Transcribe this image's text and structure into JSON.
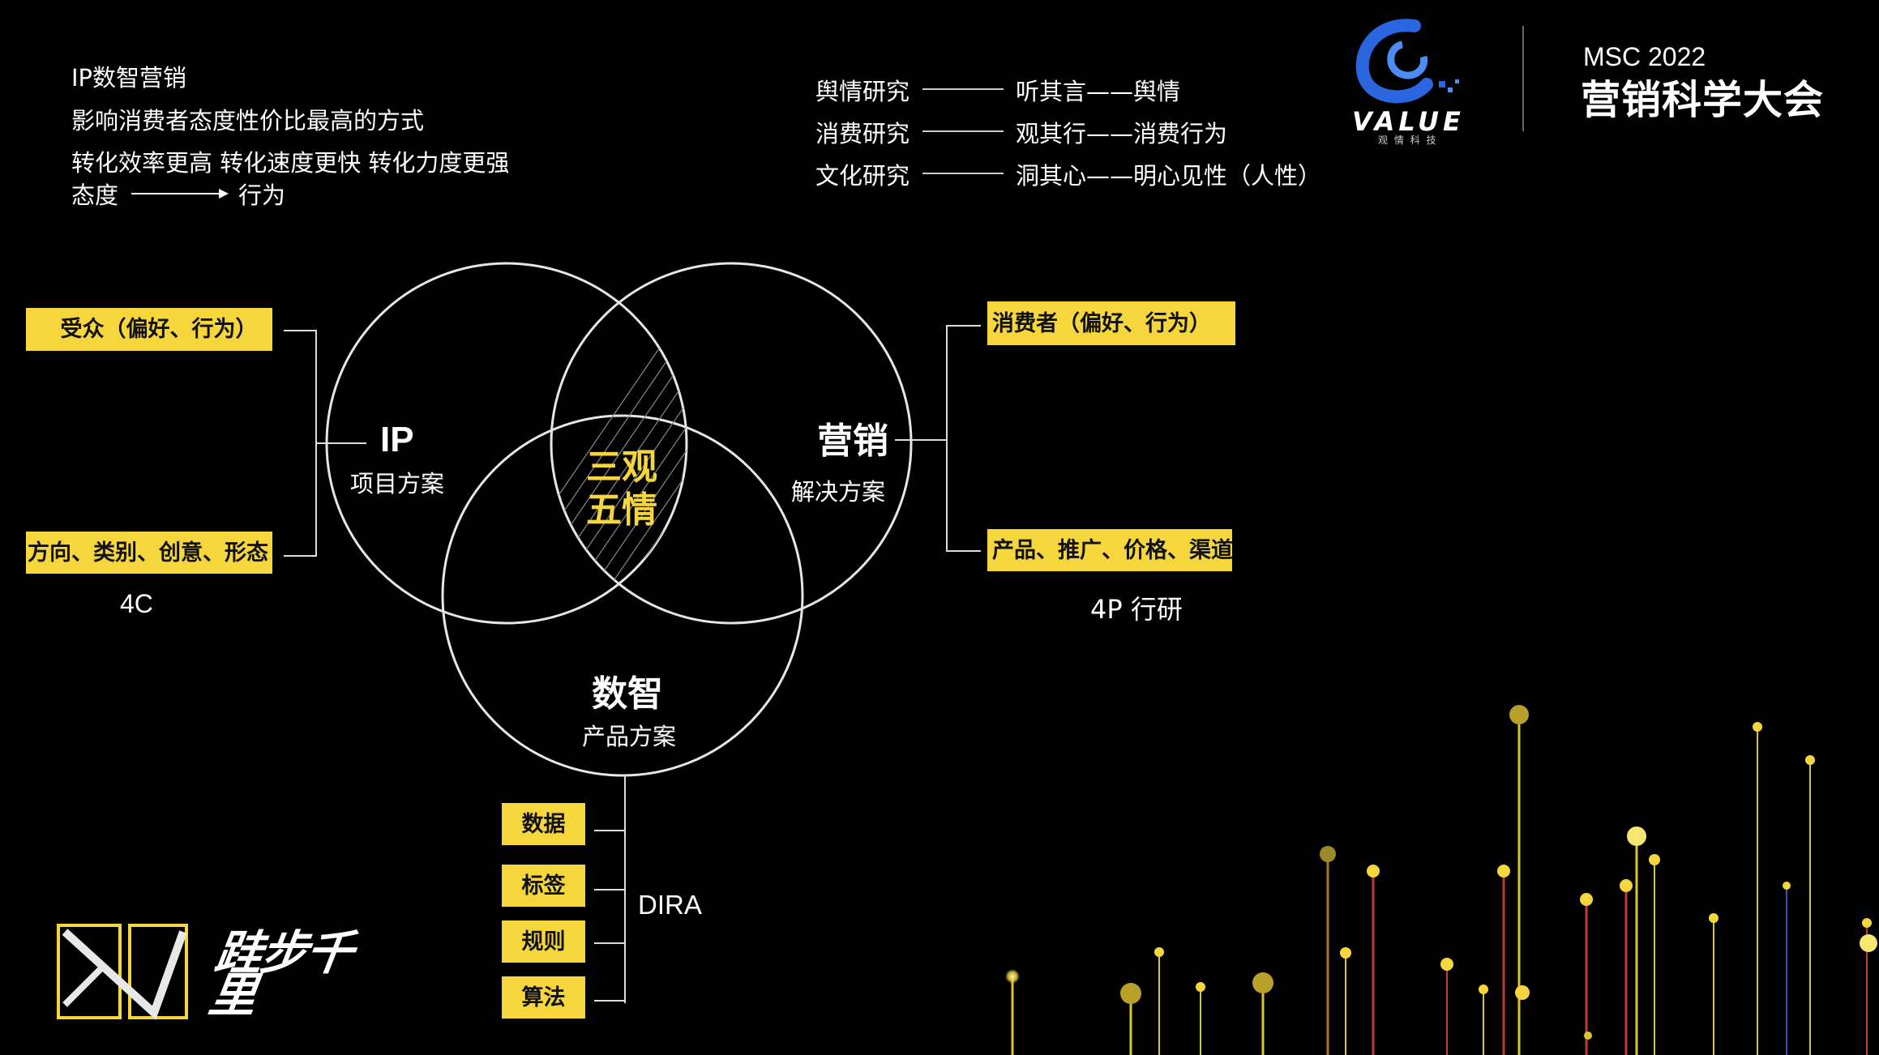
{
  "intro": {
    "title": "IP数智营销",
    "line2": "影响消费者态度性价比最高的方式",
    "line3": "转化效率更高 转化速度更快 转化力度更强",
    "from": "态度",
    "to": "行为"
  },
  "research": [
    {
      "name": "舆情研究",
      "desc": "听其言——舆情"
    },
    {
      "name": "消费研究",
      "desc": "观其行——消费行为"
    },
    {
      "name": "文化研究",
      "desc": "洞其心——明心见性（人性）"
    }
  ],
  "brand": {
    "value_logo": "VALUE",
    "value_sub": "观 情 科 技",
    "event_top": "MSC 2022",
    "event_name": "营销科学大会",
    "footer_logo": "跬步千里"
  },
  "venn": {
    "ip_title": "IP",
    "ip_sub": "项目方案",
    "mkt_title": "营销",
    "mkt_sub": "解决方案",
    "dig_title": "数智",
    "dig_sub": "产品方案",
    "center_line1": "三观",
    "center_line2": "五情"
  },
  "left_group": {
    "box1": "受众（偏好、行为）",
    "box2": "方向、类别、创意、形态",
    "label": "4C"
  },
  "right_group": {
    "box1": "消费者（偏好、行为）",
    "box2": "产品、推广、价格、渠道",
    "label": "4P 行研"
  },
  "bottom_group": {
    "items": [
      "数据",
      "标签",
      "规则",
      "算法"
    ],
    "label": "DIRA"
  },
  "colors": {
    "accent": "#f5d63d",
    "background": "#000000",
    "circle": "#e6e6e6",
    "text": "#ffffff"
  }
}
